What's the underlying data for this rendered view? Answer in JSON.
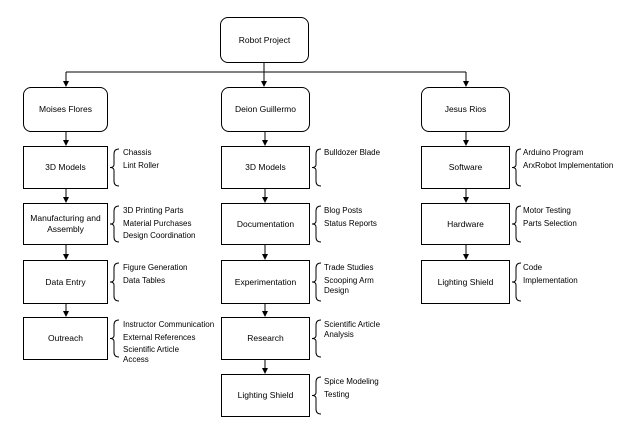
{
  "root": "Robot Project",
  "columns": [
    {
      "person": "Moises Flores",
      "tasks": [
        {
          "label": "3D Models",
          "notes": [
            "Chassis",
            "Lint Roller"
          ]
        },
        {
          "label": "Manufacturing and Assembly",
          "notes": [
            "3D Printing Parts",
            "Material Purchases",
            "Design Coordination"
          ]
        },
        {
          "label": "Data Entry",
          "notes": [
            "Figure Generation",
            "Data Tables"
          ]
        },
        {
          "label": "Outreach",
          "notes": [
            "Instructor Communication",
            "External References",
            "Scientific Article Access"
          ]
        }
      ]
    },
    {
      "person": "Deion Guillermo",
      "tasks": [
        {
          "label": "3D Models",
          "notes": [
            "Bulldozer Blade"
          ]
        },
        {
          "label": "Documentation",
          "notes": [
            "Blog Posts",
            "Status Reports"
          ]
        },
        {
          "label": "Experimentation",
          "notes": [
            "Trade Studies",
            "Scooping Arm Design"
          ]
        },
        {
          "label": "Research",
          "notes": [
            "Scientific Article Analysis"
          ]
        },
        {
          "label": "Lighting Shield",
          "notes": [
            "Spice Modeling",
            "Testing"
          ]
        }
      ]
    },
    {
      "person": "Jesus Rios",
      "tasks": [
        {
          "label": "Software",
          "notes": [
            "Arduino Program",
            "ArxRobot Implementation"
          ]
        },
        {
          "label": "Hardware",
          "notes": [
            "Motor Testing",
            "Parts Selection"
          ]
        },
        {
          "label": "Lighting Shield",
          "notes": [
            "Code",
            "Implementation"
          ]
        }
      ]
    }
  ]
}
